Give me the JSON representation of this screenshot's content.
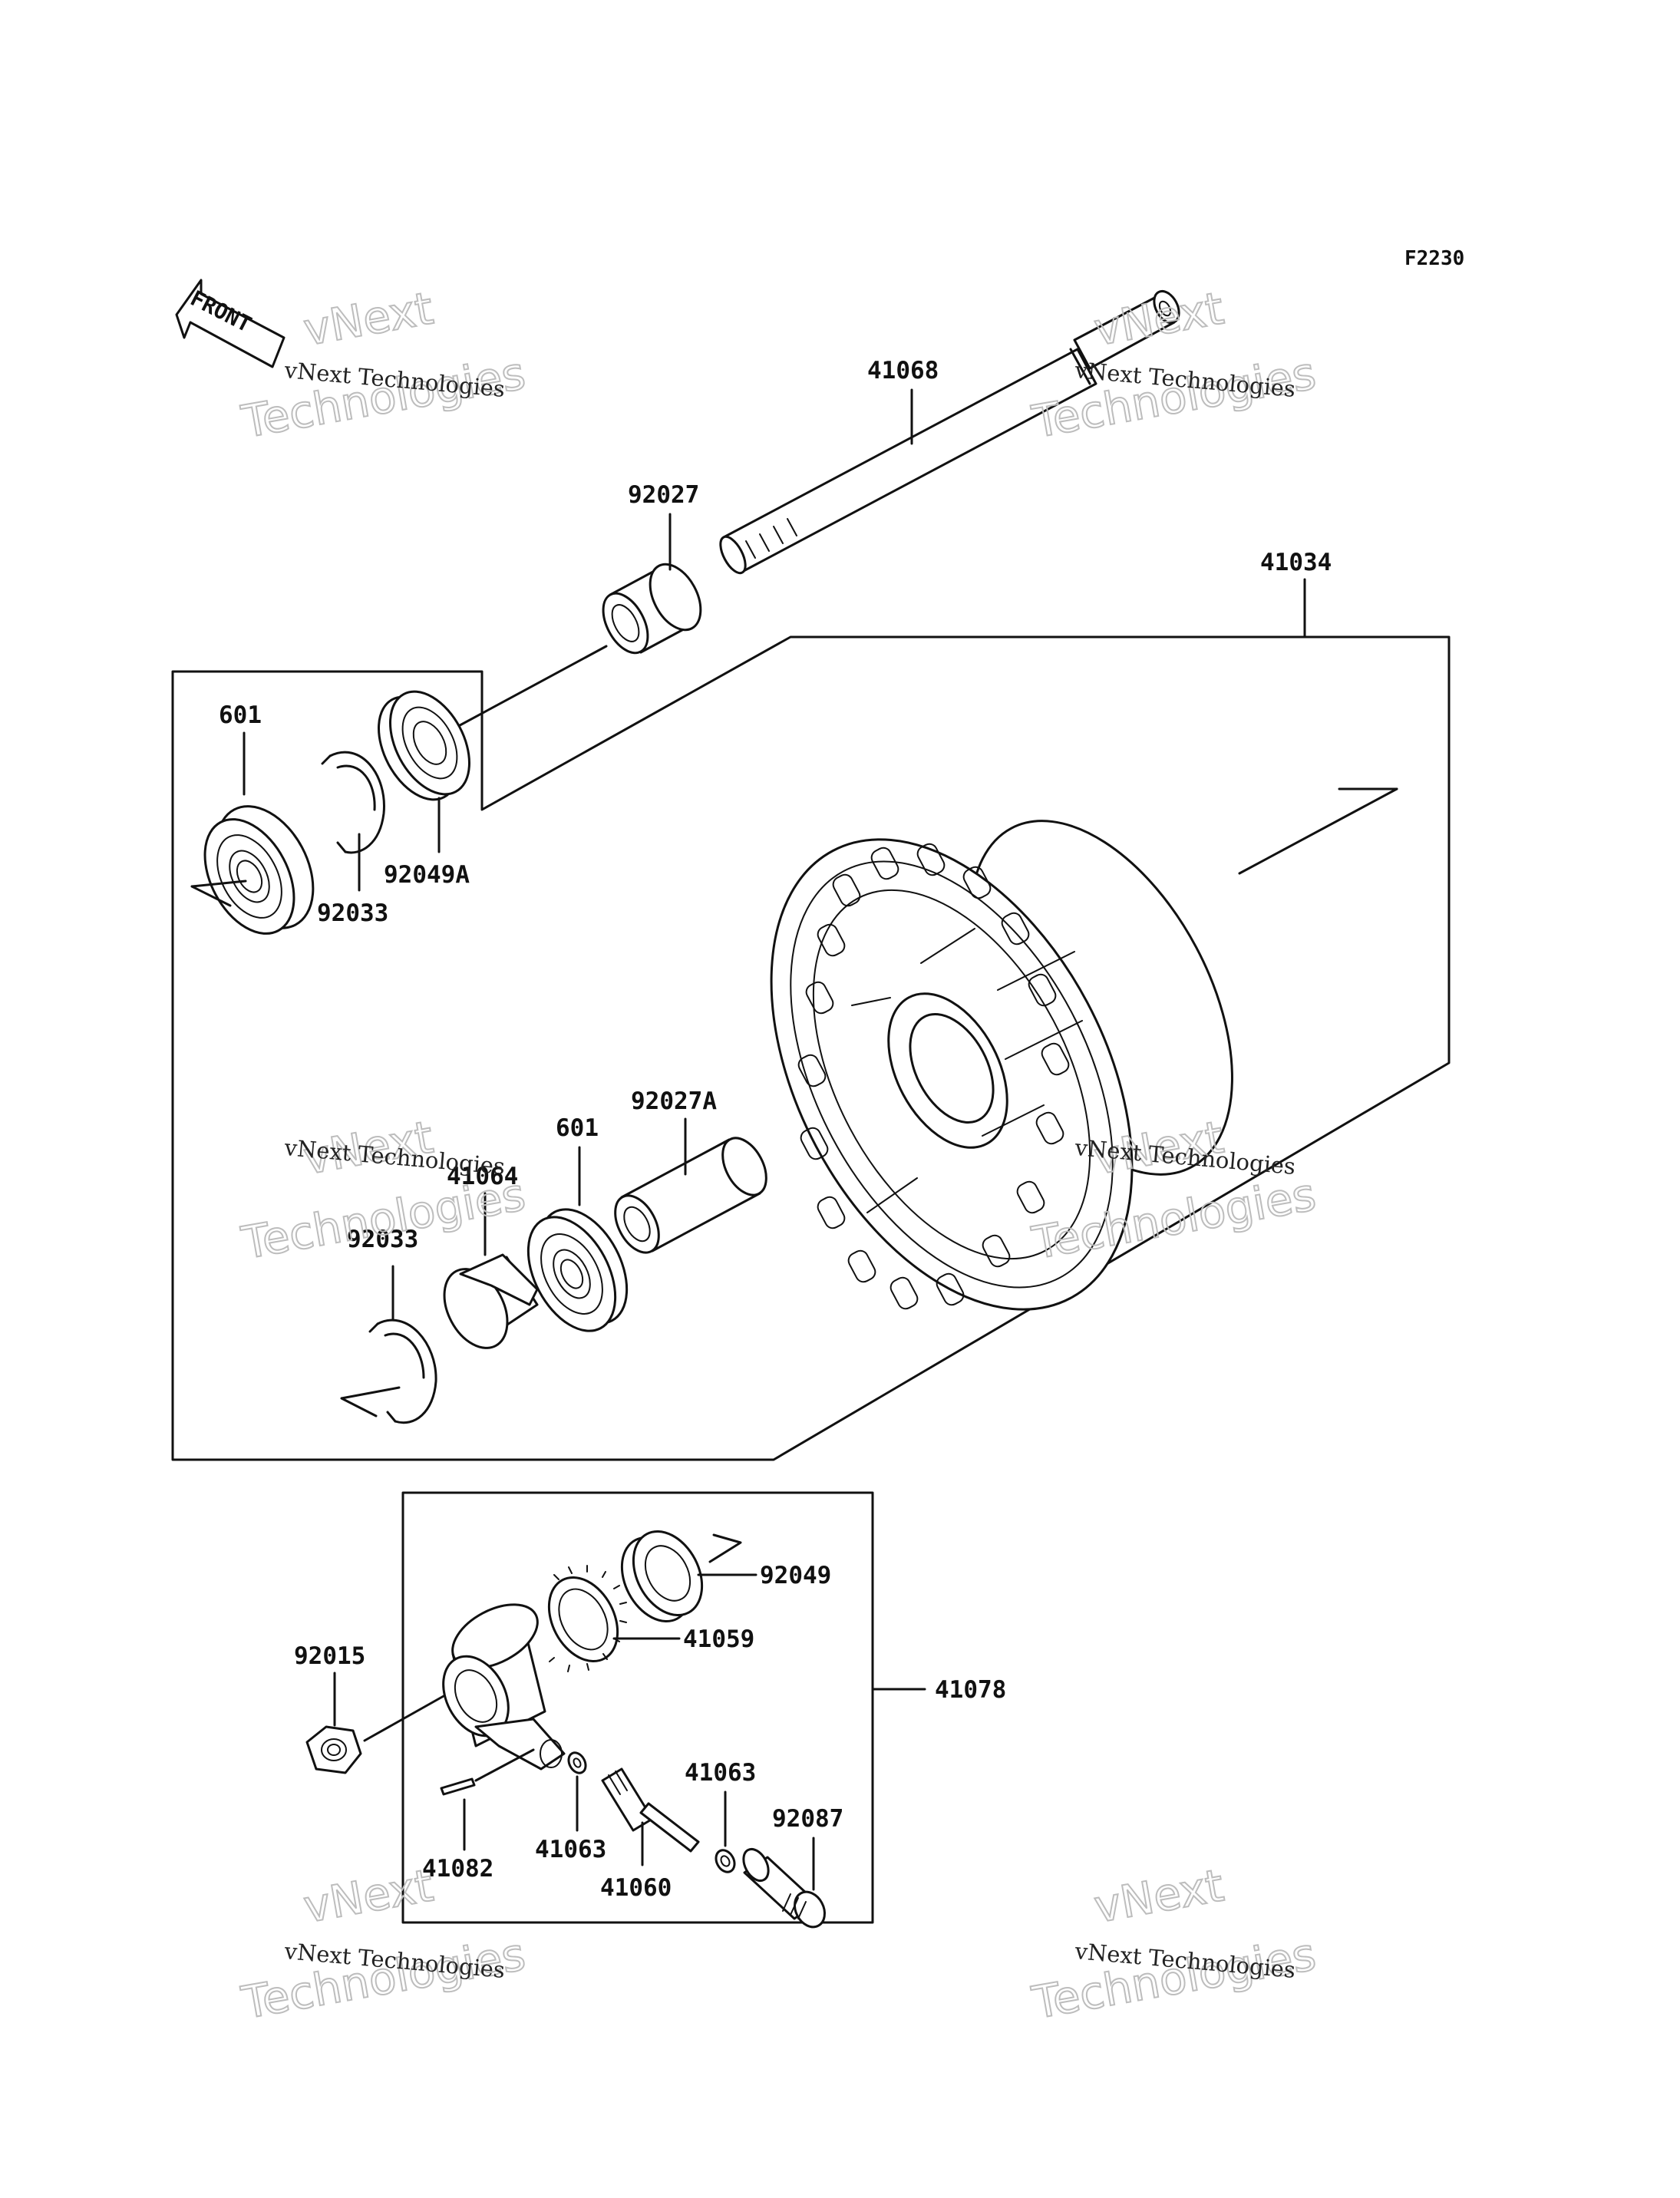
{
  "figure_code": "F2230",
  "front_label": "FRONT",
  "watermark": {
    "line1": "vNext Technologies",
    "line2": "vNext",
    "line3": "Technologies"
  },
  "parts": {
    "p41068": "41068",
    "p92027": "92027",
    "p41034": "41034",
    "p601_top": "601",
    "p92049A": "92049A",
    "p92033_top": "92033",
    "p92027A": "92027A",
    "p601_mid": "601",
    "p41064": "41064",
    "p92033_mid": "92033",
    "p92049": "92049",
    "p41059": "41059",
    "p92015": "92015",
    "p41078": "41078",
    "p41063_right": "41063",
    "p92087": "92087",
    "p41082": "41082",
    "p41063_left": "41063",
    "p41060": "41060"
  }
}
